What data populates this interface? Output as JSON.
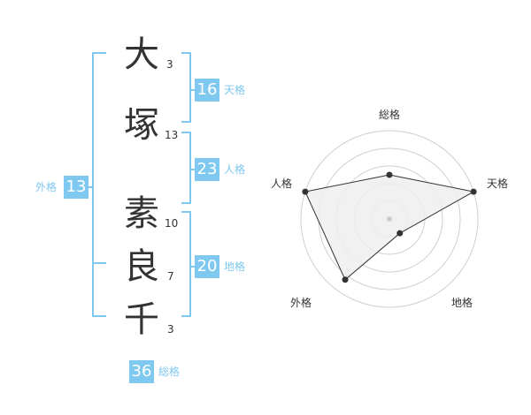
{
  "colors": {
    "accent": "#7fc8f0",
    "label": "#7fc8f0",
    "ink": "#333333",
    "ring": "#cfcfcf",
    "fill": "#eeeeee"
  },
  "name": {
    "chars": [
      {
        "char": "大",
        "strokes": "3"
      },
      {
        "char": "塚",
        "strokes": "13"
      },
      {
        "char": "素",
        "strokes": "10"
      },
      {
        "char": "良",
        "strokes": "7"
      },
      {
        "char": "千",
        "strokes": "3"
      }
    ]
  },
  "scores": {
    "tenkaku": {
      "label": "天格",
      "value": "16"
    },
    "jinkaku": {
      "label": "人格",
      "value": "23"
    },
    "chikaku": {
      "label": "地格",
      "value": "20"
    },
    "gaikaku": {
      "label": "外格",
      "value": "13"
    },
    "soukaku": {
      "label": "総格",
      "value": "36"
    }
  },
  "chart_data": {
    "type": "radar",
    "axes": [
      "総格",
      "天格",
      "地格",
      "外格",
      "人格"
    ],
    "values": [
      0.5,
      1.0,
      0.2,
      0.85,
      1.0
    ],
    "rings": 5
  }
}
